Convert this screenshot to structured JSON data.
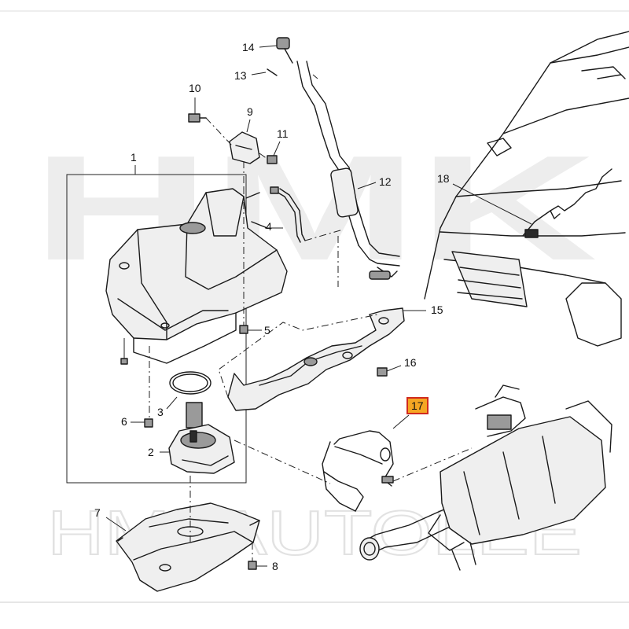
{
  "watermark": {
    "brand_top": "HMK",
    "brand_bottom": "HMLAUTOLEE"
  },
  "colors": {
    "highlight_box": "#f5a623",
    "highlight_border": "#d02a1e",
    "line": "#1a1a1a"
  },
  "callouts": [
    {
      "id": "c1",
      "text": "1"
    },
    {
      "id": "c2",
      "text": "2"
    },
    {
      "id": "c3",
      "text": "3"
    },
    {
      "id": "c4",
      "text": "4"
    },
    {
      "id": "c5",
      "text": "5"
    },
    {
      "id": "c6",
      "text": "6"
    },
    {
      "id": "c7",
      "text": "7"
    },
    {
      "id": "c8",
      "text": "8"
    },
    {
      "id": "c9",
      "text": "9"
    },
    {
      "id": "c10",
      "text": "10"
    },
    {
      "id": "c11",
      "text": "11"
    },
    {
      "id": "c12",
      "text": "12"
    },
    {
      "id": "c13",
      "text": "13"
    },
    {
      "id": "c14",
      "text": "14"
    },
    {
      "id": "c15",
      "text": "15"
    },
    {
      "id": "c16",
      "text": "16"
    },
    {
      "id": "c17",
      "text": "17",
      "highlighted": true
    },
    {
      "id": "c18",
      "text": "18"
    }
  ]
}
